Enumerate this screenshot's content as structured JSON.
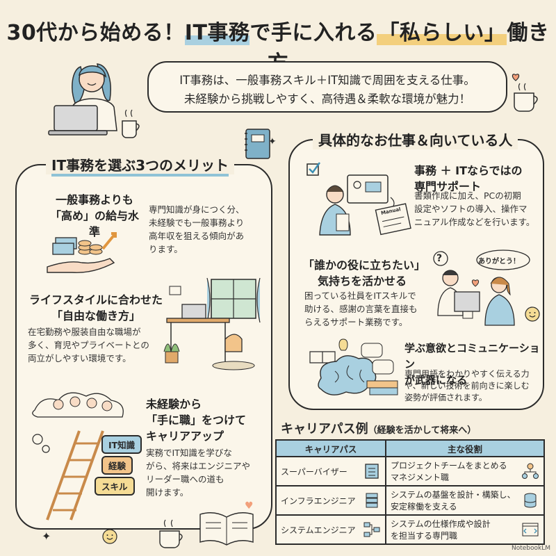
{
  "title": {
    "part1": "30代から始める！",
    "part2": "IT事務",
    "part3": "で手に入れる",
    "part4": "「私らしい」",
    "part5": "働き方"
  },
  "intro": {
    "line1": "IT事務は、一般事務スキル＋IT知識で周囲を支える仕事。",
    "line2": "未経験から挑戦しやすく、高待遇＆柔軟な環境が魅力！"
  },
  "merits": {
    "heading": "IT事務を選ぶ3つのメリット",
    "items": [
      {
        "title_line1": "一般事務よりも",
        "title_line2": "「高め」の給与水準",
        "body_line1": "専門知識が身につく分、",
        "body_line2": "未経験でも一般事務より",
        "body_line3": "高年収を狙える傾向があ",
        "body_line4": "ります。"
      },
      {
        "title_line1": "ライフスタイルに合わせた",
        "title_line2": "「自由な働き方」",
        "body_line1": "在宅勤務や服装自由な職場が",
        "body_line2": "多く、育児やプライベートとの",
        "body_line3": "両立がしやすい環境です。"
      },
      {
        "title_line1": "未経験から",
        "title_line2": "「手に職」をつけて",
        "title_line3": "キャリアアップ",
        "body_line1": "実務でIT知識を学びな",
        "body_line2": "がら、将来はエンジニアや",
        "body_line3": "リーダー職への道も",
        "body_line4": "開けます。"
      }
    ],
    "ladder_tags": [
      "IT知識",
      "経験",
      "スキル"
    ]
  },
  "jobs": {
    "heading": "具体的なお仕事＆向いている人",
    "items": [
      {
        "title_line1": "事務 ＋ ITならではの",
        "title_line2": "専門サポート",
        "body_line1": "書類作成に加え、PCの初期",
        "body_line2": "設定やソフトの導入、操作マ",
        "body_line3": "ニュアル作成などを行います。"
      },
      {
        "title_line1": "「誰かの役に立ちたい」",
        "title_line2": "気持ちを活かせる",
        "body_line1": "困っている社員をITスキルで",
        "body_line2": "助ける、感謝の言葉を直接も",
        "body_line3": "らえるサポート業務です。"
      },
      {
        "title_line1": "学ぶ意欲とコミュニケーション",
        "title_line2": "が武器になる",
        "body_line1": "専門用語をわかりやすく伝える力",
        "body_line2": "や、新しい技術を前向きに楽しむ",
        "body_line3": "姿勢が評価されます。"
      }
    ],
    "manual_label": "Manual",
    "thanks_bubble": "ありがとう！",
    "question_mark": "?"
  },
  "career": {
    "heading": "キャリアパス例",
    "subheading": "（経験を活かして将来へ）",
    "col1": "キャリアパス",
    "col2": "主な役割",
    "rows": [
      {
        "path": "スーパーバイザー",
        "role_line1": "プロジェクトチームをまとめる",
        "role_line2": "マネジメント職"
      },
      {
        "path": "インフラエンジニア",
        "role_line1": "システムの基盤を設計・構築し、",
        "role_line2": "安定稼働を支える"
      },
      {
        "path": "システムエンジニア",
        "role_line1": "システムの仕様作成や設計",
        "role_line2": "を担当する専門職"
      }
    ]
  },
  "watermark": "NotebookLM",
  "colors": {
    "background": "#f6efdf",
    "accent_blue": "#a9d0e0",
    "accent_orange": "#f2c48a",
    "accent_yellow": "#f3cf7d",
    "ink": "#2b2b2b"
  }
}
